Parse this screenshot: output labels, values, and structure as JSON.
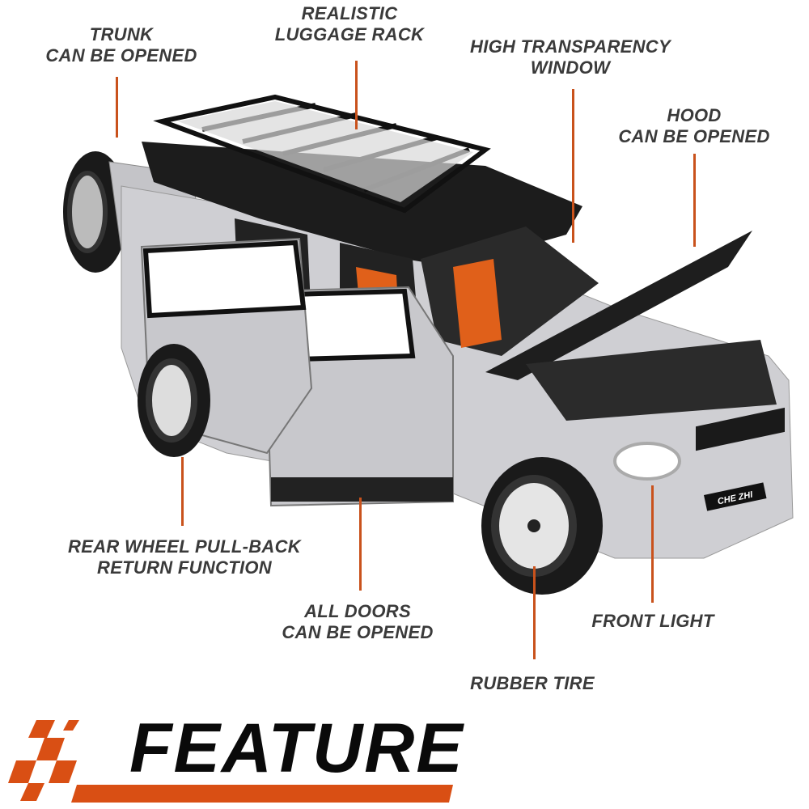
{
  "callouts": {
    "trunk": [
      "TRUNK",
      "CAN BE OPENED"
    ],
    "luggage_rack": [
      "REALISTIC",
      "LUGGAGE RACK"
    ],
    "window": [
      "HIGH TRANSPARENCY",
      "WINDOW"
    ],
    "hood": [
      "HOOD",
      "CAN BE OPENED"
    ],
    "rear_wheel": [
      "REAR WHEEL PULL-BACK",
      "RETURN FUNCTION"
    ],
    "doors": [
      "ALL DOORS",
      "CAN BE OPENED"
    ],
    "front_light": "FRONT LIGHT",
    "tire": "RUBBER TIRE"
  },
  "car": {
    "plate": "CHE ZHI"
  },
  "banner": {
    "title": "FEATURE"
  },
  "colors": {
    "accent": "#d94f14",
    "text": "#3a3a3a",
    "body": "#c8c8cc",
    "roof": "#1c1c1c",
    "seat": "#e0601a"
  }
}
